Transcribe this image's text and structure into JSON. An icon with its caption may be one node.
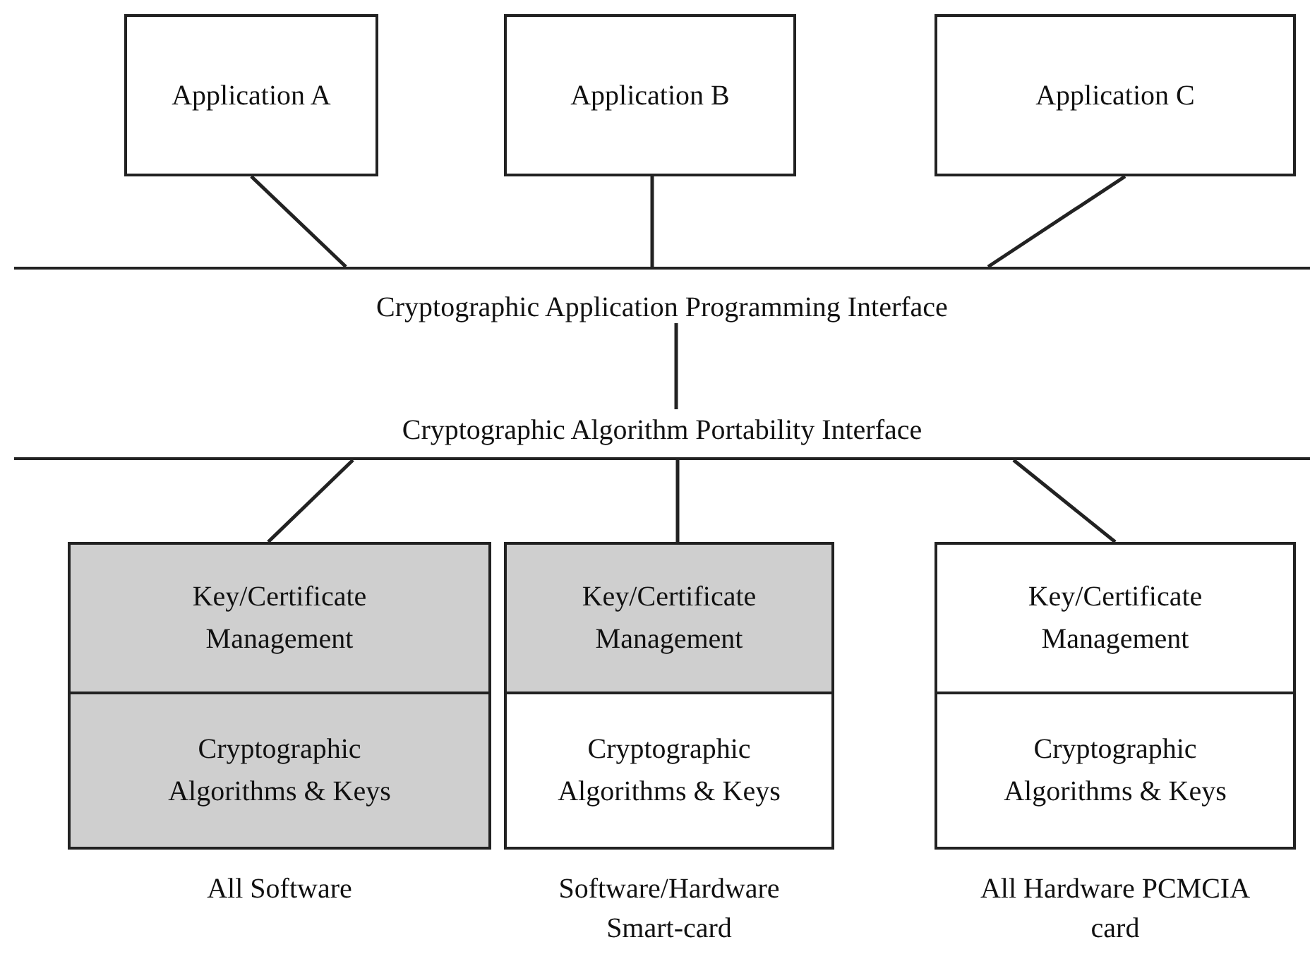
{
  "diagram": {
    "nodes": [
      {
        "text": [
          "Application A"
        ]
      },
      {
        "text": [
          "Application B"
        ]
      },
      {
        "text": [
          "Application C"
        ]
      },
      {
        "text": [
          "Cryptographic Application Programming Interface"
        ]
      },
      {
        "text": [
          "Cryptographic Algorithm Portability Interface"
        ]
      },
      {
        "text": [],
        "shape": "box",
        "beside": [
          "All Software"
        ]
      },
      {
        "text": [
          "Key/Certificate Management"
        ],
        "in": 5
      },
      {
        "text": [
          "Cryptographic Algorithms & Keys"
        ],
        "in": 5
      },
      {
        "text": [],
        "shape": "box",
        "beside": [
          "Software/Hardware Smart-card"
        ]
      },
      {
        "text": [
          "Key/Certificate Management"
        ],
        "in": 8
      },
      {
        "text": [
          "Cryptographic Algorithms & Keys"
        ],
        "in": 8
      },
      {
        "text": [],
        "shape": "box",
        "beside": [
          "All Hardware PCMCIA card"
        ]
      },
      {
        "text": [
          "Key/Certificate Management"
        ],
        "in": 11
      },
      {
        "text": [
          "Cryptographic Algorithms & Keys"
        ],
        "in": 11
      }
    ],
    "edges": [
      {
        "from": 0,
        "to": 3,
        "arrow": "none"
      },
      {
        "from": 1,
        "to": 3,
        "arrow": "none"
      },
      {
        "from": 2,
        "to": 3,
        "arrow": "none"
      },
      {
        "from": 3,
        "to": 4,
        "arrow": "none"
      },
      {
        "from": 4,
        "to": 5,
        "arrow": "none"
      },
      {
        "from": 4,
        "to": 8,
        "arrow": "none"
      },
      {
        "from": 4,
        "to": 11,
        "arrow": "none"
      }
    ]
  }
}
